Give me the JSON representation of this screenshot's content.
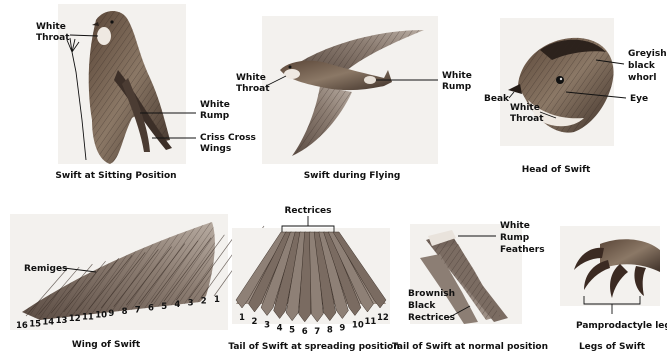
{
  "panels": {
    "sitting": {
      "caption": "Swift at Sitting Position",
      "white_throat": [
        "White",
        "Throat"
      ],
      "white_rump": [
        "White",
        "Rump"
      ],
      "criss_cross": [
        "Criss Cross",
        "Wings"
      ]
    },
    "flying": {
      "caption": "Swift during Flying",
      "white_throat": [
        "White",
        "Throat"
      ],
      "white_rump": [
        "White",
        "Rump"
      ]
    },
    "head": {
      "caption": "Head of Swift",
      "whorl": [
        "Greyish",
        "black",
        "whorl"
      ],
      "beak": "Beak",
      "eye": "Eye",
      "white_throat": [
        "White",
        "Throat"
      ]
    },
    "wing": {
      "caption": "Wing of Swift",
      "remiges": "Remiges",
      "feather_numbers": [
        "16",
        "15",
        "14",
        "13",
        "12",
        "11",
        "10",
        "9",
        "8",
        "7",
        "6",
        "5",
        "4",
        "3",
        "2",
        "1"
      ]
    },
    "tail_spread": {
      "caption": "Tail of Swift at spreading position",
      "rectrices": "Rectrices",
      "feather_numbers": [
        "1",
        "2",
        "3",
        "4",
        "5",
        "6",
        "7",
        "8",
        "9",
        "10",
        "11",
        "12"
      ]
    },
    "tail_normal": {
      "caption": "Tail of Swift at normal position",
      "white_rump_feathers": [
        "White",
        "Rump",
        "Feathers"
      ],
      "brownish": [
        "Brownish",
        "Black",
        "Rectrices"
      ]
    },
    "legs": {
      "caption": "Legs of Swift",
      "pamprodactyle": "Pamprodactyle legs"
    }
  },
  "colors": {
    "feather_dark": "#4a3a30",
    "feather_mid": "#7d6a5c",
    "feather_light": "#b9aca0",
    "throat_white": "#efe9e2",
    "claw": "#3b2a22"
  }
}
